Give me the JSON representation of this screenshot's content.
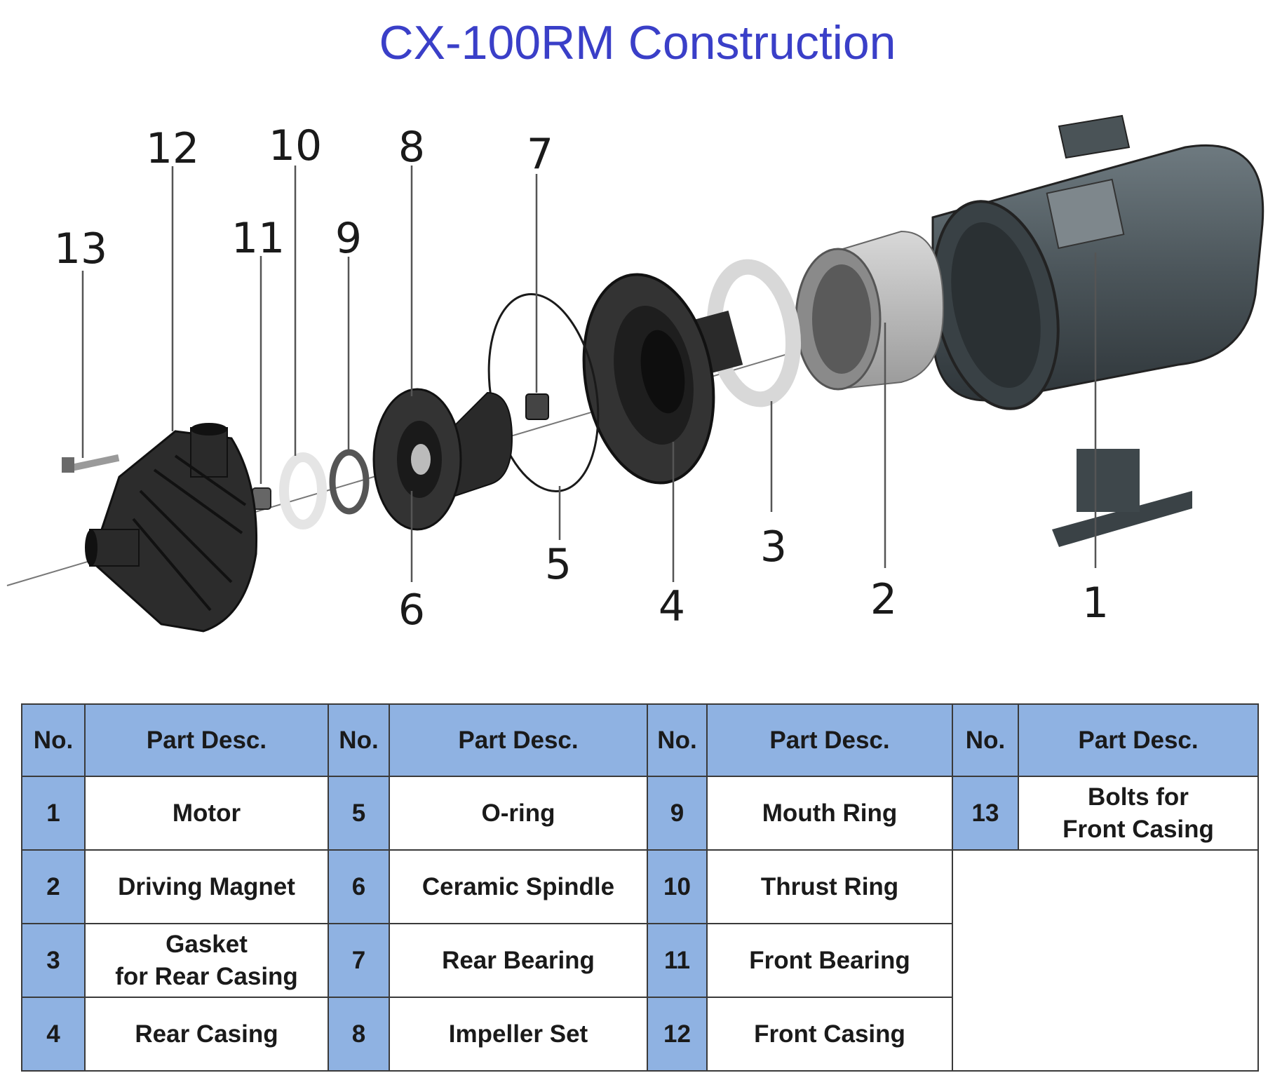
{
  "title": "CX-100RM Construction",
  "diagram": {
    "callouts": [
      "1",
      "2",
      "3",
      "4",
      "5",
      "6",
      "7",
      "8",
      "9",
      "10",
      "11",
      "12",
      "13"
    ],
    "colors": {
      "part_dark": "#2c2c2c",
      "motor": "#4f5a60",
      "magnet": "#bdbdbd",
      "gasket": "#e2e2e2",
      "leader": "#555555"
    }
  },
  "table": {
    "header": {
      "no": "No.",
      "desc": "Part Desc."
    },
    "colors": {
      "header_fill": "#8fb2e2",
      "no_fill": "#8fb2e2"
    },
    "parts": [
      {
        "no": "1",
        "desc": "Motor"
      },
      {
        "no": "2",
        "desc": "Driving Magnet"
      },
      {
        "no": "3",
        "desc": "Gasket\nfor Rear Casing"
      },
      {
        "no": "4",
        "desc": "Rear Casing"
      },
      {
        "no": "5",
        "desc": "O-ring"
      },
      {
        "no": "6",
        "desc": "Ceramic Spindle"
      },
      {
        "no": "7",
        "desc": "Rear Bearing"
      },
      {
        "no": "8",
        "desc": "Impeller Set"
      },
      {
        "no": "9",
        "desc": "Mouth Ring"
      },
      {
        "no": "10",
        "desc": "Thrust Ring"
      },
      {
        "no": "11",
        "desc": "Front Bearing"
      },
      {
        "no": "12",
        "desc": "Front Casing"
      },
      {
        "no": "13",
        "desc": "Bolts for\nFront Casing"
      }
    ]
  }
}
